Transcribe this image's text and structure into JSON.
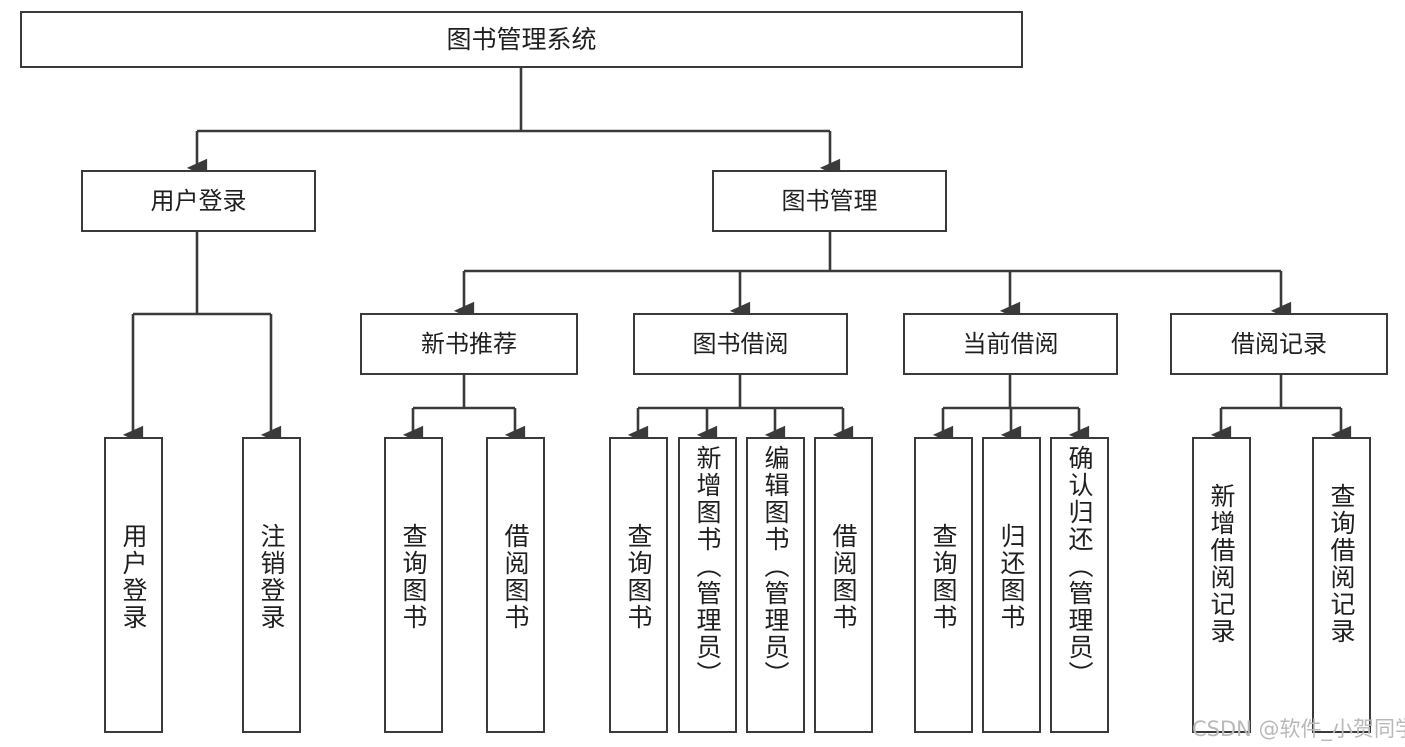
{
  "diagram": {
    "type": "tree-hierarchy",
    "title": "图书管理系统",
    "watermark": "CSDN @软件_小贺同学",
    "colors": {
      "box_stroke": "#3a3a3a",
      "box_fill": "#ffffff",
      "connector": "#3a3a3a",
      "text": "#1f1f1f",
      "watermark": "#b9b9b9",
      "background": "#ffffff"
    },
    "nodes": {
      "root": {
        "label": "图书管理系统"
      },
      "level2": [
        {
          "id": "user-login",
          "label": "用户登录"
        },
        {
          "id": "book-management",
          "label": "图书管理"
        }
      ],
      "level3": [
        {
          "id": "new-book-recommend",
          "label": "新书推荐"
        },
        {
          "id": "book-borrow",
          "label": "图书借阅"
        },
        {
          "id": "current-borrow",
          "label": "当前借阅"
        },
        {
          "id": "borrow-record",
          "label": "借阅记录"
        }
      ],
      "leaves": [
        {
          "id": "leaf-user-login",
          "label": "用户登录",
          "parent": "user-login"
        },
        {
          "id": "leaf-user-logout",
          "label": "注销登录",
          "parent": "user-login"
        },
        {
          "id": "leaf-query-book-1",
          "label": "查询图书",
          "parent": "new-book-recommend"
        },
        {
          "id": "leaf-borrow-book-1",
          "label": "借阅图书",
          "parent": "new-book-recommend"
        },
        {
          "id": "leaf-query-book-2",
          "label": "查询图书",
          "parent": "book-borrow"
        },
        {
          "id": "leaf-add-book",
          "label": "新增图书（管理员）",
          "parent": "book-borrow"
        },
        {
          "id": "leaf-edit-book",
          "label": "编辑图书（管理员）",
          "parent": "book-borrow"
        },
        {
          "id": "leaf-borrow-book-2",
          "label": "借阅图书",
          "parent": "book-borrow"
        },
        {
          "id": "leaf-query-book-3",
          "label": "查询图书",
          "parent": "current-borrow"
        },
        {
          "id": "leaf-return-book",
          "label": "归还图书",
          "parent": "current-borrow"
        },
        {
          "id": "leaf-confirm-return",
          "label": "确认归还（管理员）",
          "parent": "current-borrow"
        },
        {
          "id": "leaf-add-record",
          "label": "新增借阅记录",
          "parent": "borrow-record"
        },
        {
          "id": "leaf-query-record",
          "label": "查询借阅记录",
          "parent": "borrow-record"
        }
      ]
    }
  }
}
